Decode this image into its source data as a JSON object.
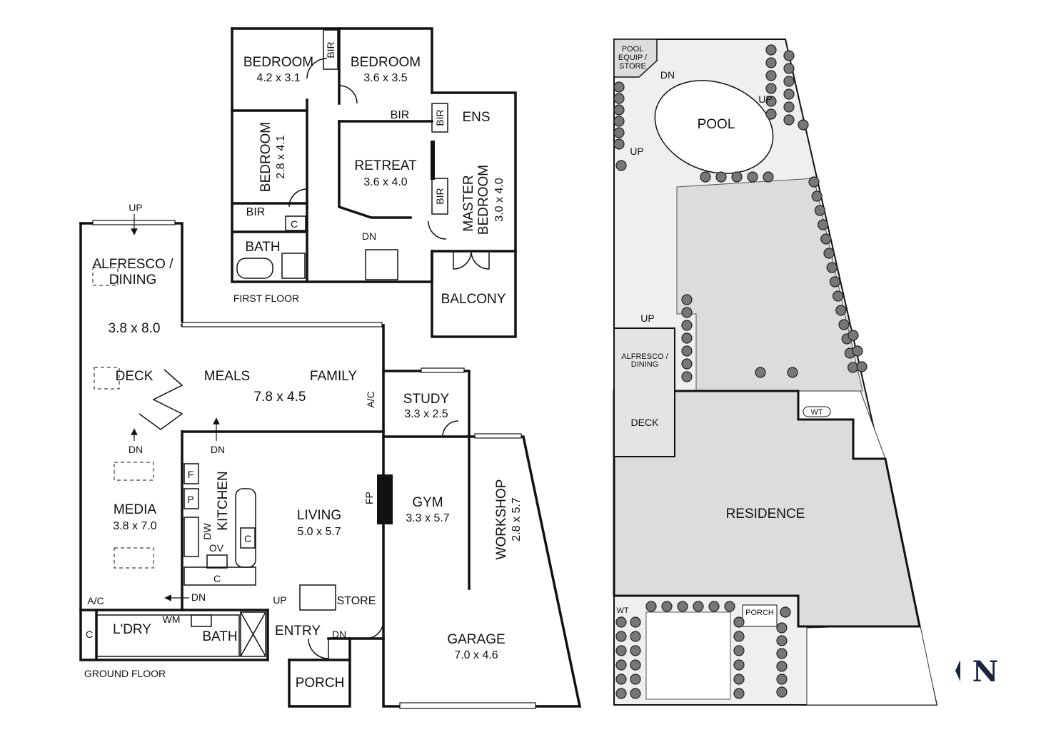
{
  "first_floor": {
    "caption": "FIRST FLOOR",
    "rooms": {
      "bedroom1": {
        "name": "BEDROOM",
        "size": "4.2 x 3.1"
      },
      "bedroom2": {
        "name": "BEDROOM",
        "size": "3.6 x 3.5"
      },
      "bedroom3": {
        "name": "BEDROOM",
        "size": "2.8 x 4.1"
      },
      "retreat": {
        "name": "RETREAT",
        "size": "3.6 x 4.0"
      },
      "master": {
        "name1": "MASTER",
        "name2": "BEDROOM",
        "size": "3.0 x 4.0"
      },
      "ens": "ENS",
      "bath": "BATH",
      "balcony": "BALCONY"
    },
    "fixtures": {
      "bir": "BIR",
      "c": "C",
      "dn": "DN"
    }
  },
  "ground_floor": {
    "caption": "GROUND FLOOR",
    "rooms": {
      "alfresco": {
        "name1": "ALFRESCO /",
        "name2": "DINING",
        "size": "3.8 x 8.0"
      },
      "deck": "DECK",
      "meals": "MEALS",
      "family": "FAMILY",
      "meals_family_size": "7.8 x 4.5",
      "study": {
        "name": "STUDY",
        "size": "3.3 x 2.5"
      },
      "media": {
        "name": "MEDIA",
        "size": "3.8 x 7.0"
      },
      "kitchen": "KITCHEN",
      "living": {
        "name": "LIVING",
        "size": "5.0 x 5.7"
      },
      "gym": {
        "name": "GYM",
        "size": "3.3 x 5.7"
      },
      "workshop": {
        "name": "WORKSHOP",
        "size": "2.8 x 5.7"
      },
      "garage": {
        "name": "GARAGE",
        "size": "7.0 x 4.6"
      },
      "laundry": "L'DRY",
      "bath": "BATH",
      "entry": "ENTRY",
      "store": "STORE",
      "porch": "PORCH"
    },
    "fixtures": {
      "up": "UP",
      "dn": "DN",
      "ac": "A/C",
      "fp": "FP",
      "f": "F",
      "p": "P",
      "dw": "DW",
      "ov": "OV",
      "c": "C",
      "wm": "WM"
    }
  },
  "site_plan": {
    "pool_equip": [
      "POOL",
      "EQUIP /",
      "STORE"
    ],
    "pool": "POOL",
    "alfresco": [
      "ALFRESCO /",
      "DINING"
    ],
    "deck": "DECK",
    "residence": "RESIDENCE",
    "porch": "PORCH",
    "wt": "WT",
    "up": "UP",
    "dn": "DN"
  },
  "north": "N"
}
